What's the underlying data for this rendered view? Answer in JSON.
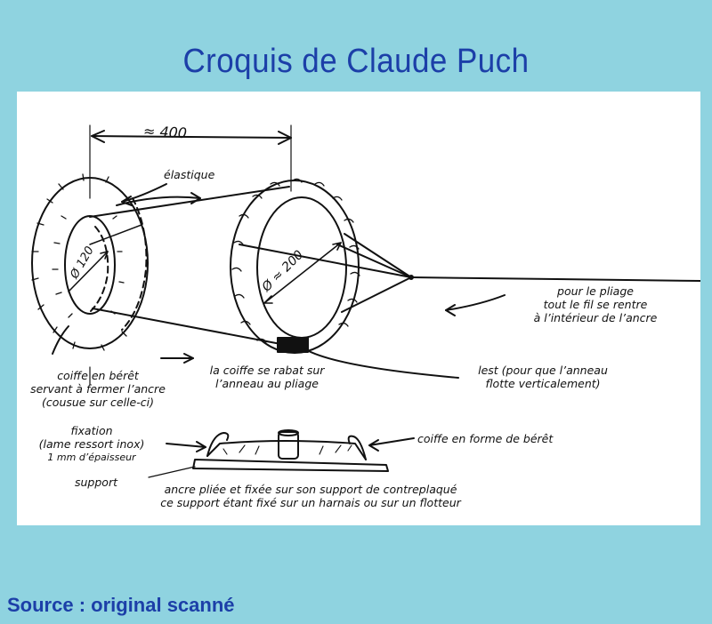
{
  "title": "Croquis de Claude Puch",
  "source": "Source : original scanné",
  "sketch": {
    "dim_400": "≈ 400",
    "dim_120": "Ø 120",
    "dim_200": "Ø ≈ 200",
    "elastique": "élastique",
    "pliage_1": "pour le pliage",
    "pliage_2": "tout le fil se rentre",
    "pliage_3": "à l’intérieur de l’ancre",
    "coiffe_1": "coiffe en bérêt",
    "coiffe_2": "servant à fermer l’ancre",
    "coiffe_3": "(cousue sur celle-ci)",
    "rabat_1": "la coiffe se rabat sur",
    "rabat_2": "l’anneau au pliage",
    "lest_1": "lest  (pour que l’anneau",
    "lest_2": "flotte verticalement)",
    "fixation_1": "fixation",
    "fixation_2": "(lame ressort inox)",
    "fixation_3": "1 mm d’épaisseur",
    "support": "support",
    "coiffe_forme": "coiffe en forme de bérêt",
    "ancre_1": "ancre pliée et fixée sur son support de contreplaqué",
    "ancre_2": "ce support étant fixé sur un harnais ou sur un flotteur"
  }
}
